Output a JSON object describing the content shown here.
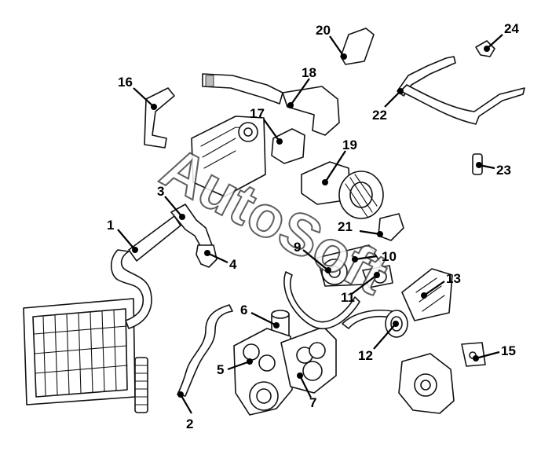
{
  "watermark": "AutoSoft",
  "callouts": [
    "1",
    "2",
    "3",
    "4",
    "5",
    "6",
    "7",
    "9",
    "10",
    "11",
    "12",
    "13",
    "15",
    "16",
    "17",
    "18",
    "19",
    "20",
    "21",
    "22",
    "23",
    "24"
  ]
}
